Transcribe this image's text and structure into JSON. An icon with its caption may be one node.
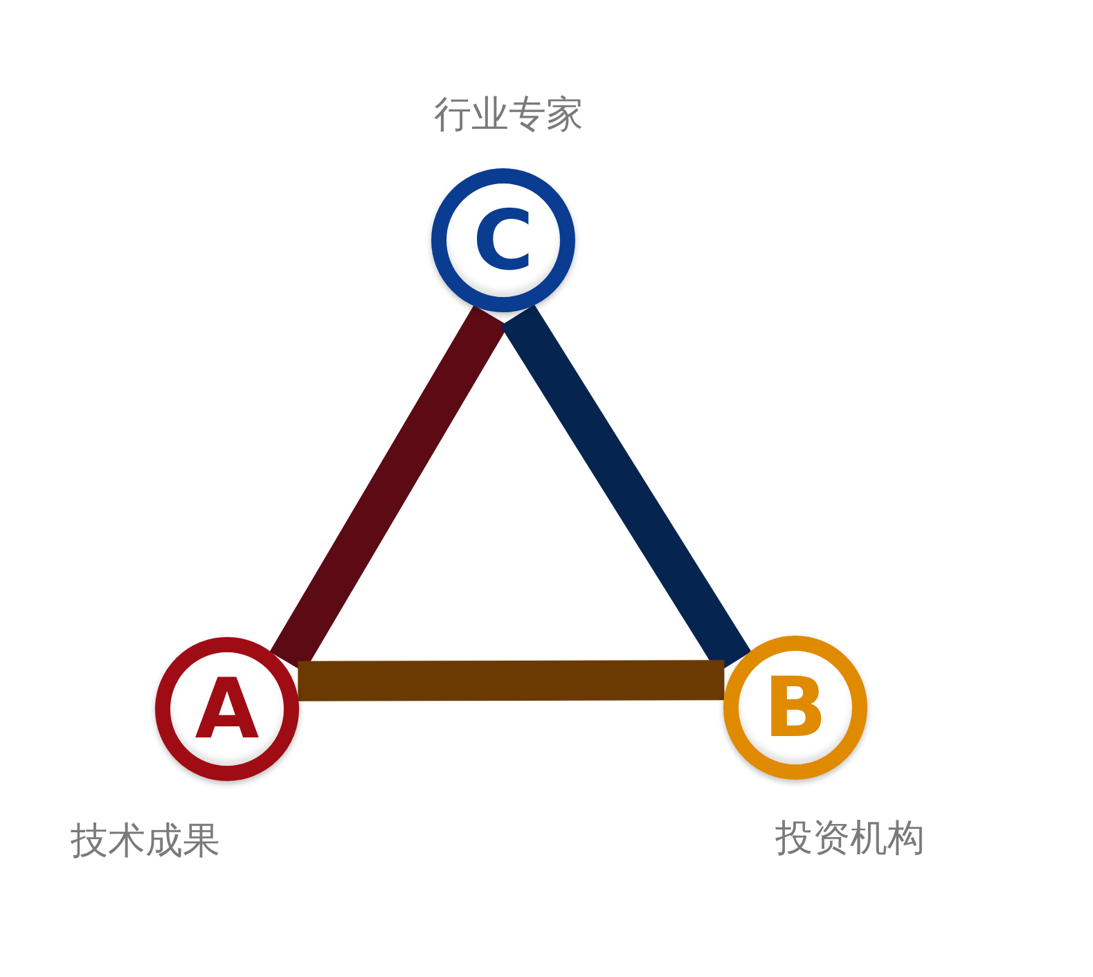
{
  "diagram": {
    "nodes": [
      {
        "text": [
          "C"
        ],
        "beside": [
          "行业专家"
        ]
      },
      {
        "text": [
          "A"
        ],
        "beside": [
          "技术成果"
        ]
      },
      {
        "text": [
          "B"
        ],
        "beside": [
          "投资机构"
        ]
      }
    ],
    "edges": [
      {
        "from": 1,
        "to": 0,
        "arrow": "none",
        "color": "#5c0a14"
      },
      {
        "from": 0,
        "to": 2,
        "arrow": "none",
        "color": "#05244f"
      },
      {
        "from": 2,
        "to": 1,
        "arrow": "none",
        "color": "#6b3a02"
      }
    ]
  }
}
